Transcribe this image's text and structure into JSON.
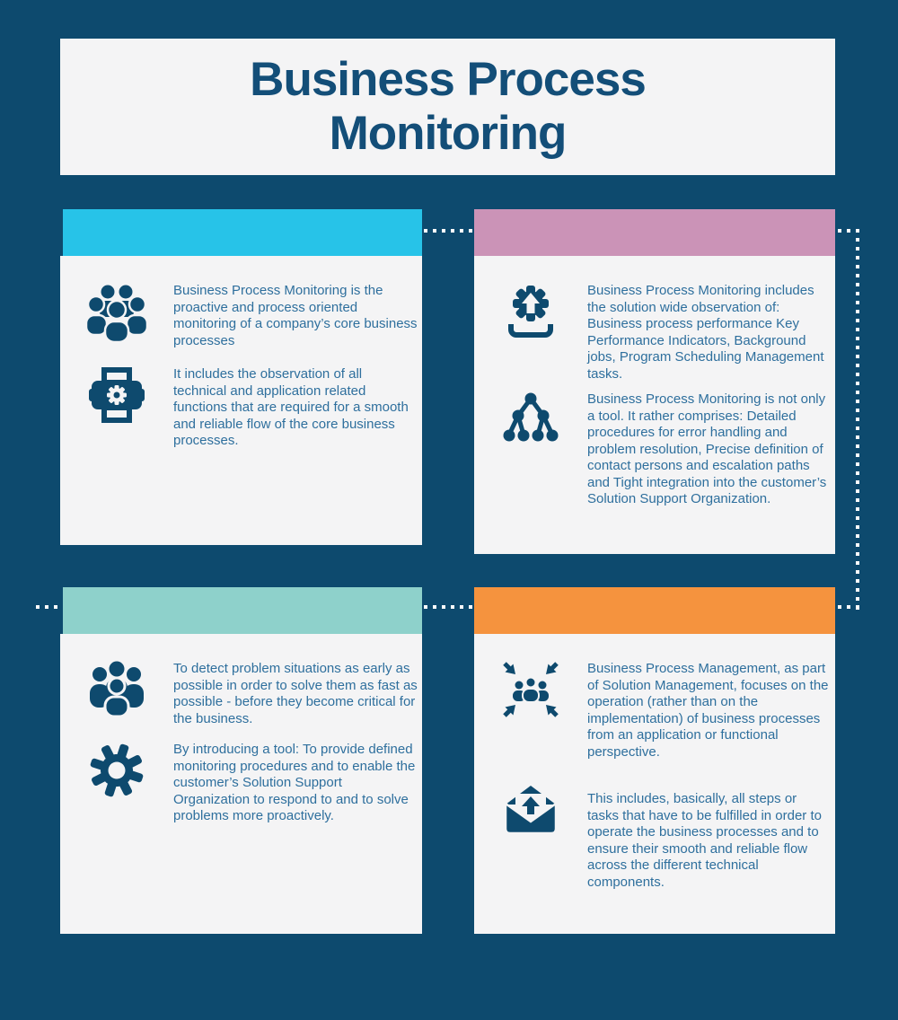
{
  "title": "Business Process Monitoring",
  "colors": {
    "background": "#0d4a6e",
    "panel": "#f4f4f5",
    "title_text": "#134e78",
    "body_text": "#2e6f9d",
    "icon": "#0e4a6e",
    "connector_dots": "#ffffff",
    "accent_cyan": "#27c3e8",
    "accent_pink": "#cb93b7",
    "accent_teal": "#8ed1cb",
    "accent_orange": "#f5933e"
  },
  "cards": [
    {
      "id": "top-left",
      "accent_color": "#27c3e8",
      "items": [
        {
          "icon": "crowd-icon",
          "text": "Business Process Monitoring is the proactive and process oriented monitoring of a company’s core business processes"
        },
        {
          "icon": "process-machine-icon",
          "text": "It includes the observation of all technical and application related functions that are required for a smooth and reliable flow of the core business processes."
        }
      ]
    },
    {
      "id": "top-right",
      "accent_color": "#cb93b7",
      "items": [
        {
          "icon": "gear-upload-icon",
          "text": "Business Process Monitoring includes the solution wide observation of: Business process performance Key Performance Indicators, Background jobs, Program Scheduling Management tasks."
        },
        {
          "icon": "hierarchy-icon",
          "text": "Business Process Monitoring is not only a tool. It rather comprises: Detailed procedures for error handling and problem resolution, Precise definition of contact persons and escalation paths and Tight integration into the customer’s Solution Support Organization."
        }
      ]
    },
    {
      "id": "bottom-left",
      "accent_color": "#8ed1cb",
      "items": [
        {
          "icon": "team-icon",
          "text": "To detect problem situations as early as possible in order to solve them as fast as possible - before they become critical for the business."
        },
        {
          "icon": "gear-icon",
          "text": "By introducing a tool: To provide defined monitoring procedures and to enable the customer’s Solution Support Organization to respond to and to solve problems more proactively."
        }
      ]
    },
    {
      "id": "bottom-right",
      "accent_color": "#f5933e",
      "items": [
        {
          "icon": "converge-people-icon",
          "text": "Business Process Management, as part of Solution Management, focuses on the operation (rather than on the implementation) of business processes from an application or functional perspective."
        },
        {
          "icon": "mail-send-icon",
          "text": "This includes, basically, all steps or tasks that have to be fulfilled in order to operate the business processes and to ensure their smooth and reliable flow across the different technical components."
        }
      ]
    }
  ]
}
